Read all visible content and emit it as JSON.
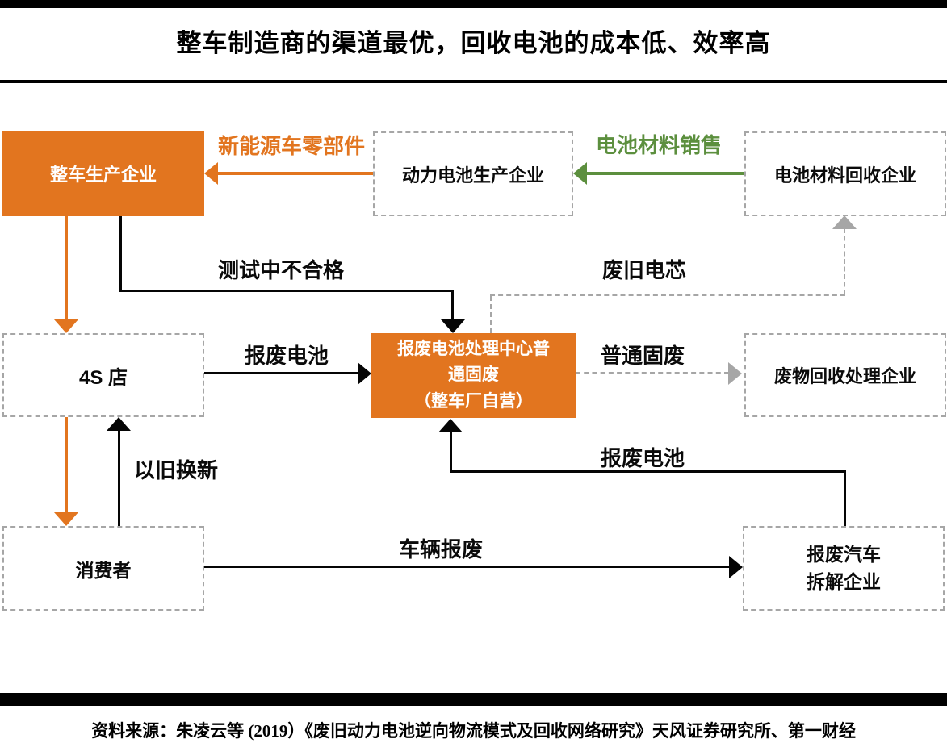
{
  "title": "整车制造商的渠道最优，回收电池的成本低、效率高",
  "source_note": "资料来源：朱凌云等 (2019）《废旧动力电池逆向物流模式及回收网络研究》天风证券研究所、第一财经",
  "colors": {
    "orange": "#E2751F",
    "green": "#5C8F3E",
    "gray": "#A6A6A6",
    "black": "#000000"
  },
  "nodes": {
    "vehicle_manufacturer": {
      "label": "整车生产企业",
      "style": "orange-solid"
    },
    "battery_manufacturer": {
      "label": "动力电池生产企业",
      "style": "gray-dashed"
    },
    "material_recycler": {
      "label": "电池材料回收企业",
      "style": "gray-dashed"
    },
    "dealer_4s": {
      "label": "4S 店",
      "style": "gray-dashed"
    },
    "treatment_center": {
      "line1": "报废电池处理中心普",
      "line2": "通固废",
      "line3": "（整车厂自营）",
      "style": "orange-solid"
    },
    "waste_processor": {
      "label": "废物回收处理企业",
      "style": "gray-dashed"
    },
    "consumer": {
      "label": "消费者",
      "style": "gray-dashed"
    },
    "dismantler": {
      "line1": "报废汽车",
      "line2": "拆解企业",
      "style": "gray-dashed"
    }
  },
  "edges": {
    "ev_parts": {
      "label": "新能源车零部件",
      "from": "battery_manufacturer",
      "to": "vehicle_manufacturer",
      "color": "orange",
      "style": "solid"
    },
    "material_sales": {
      "label": "电池材料销售",
      "from": "material_recycler",
      "to": "battery_manufacturer",
      "color": "green",
      "style": "solid"
    },
    "vm_to_4s": {
      "label": "",
      "from": "vehicle_manufacturer",
      "to": "dealer_4s",
      "color": "orange",
      "style": "solid"
    },
    "4s_to_consumer": {
      "label": "",
      "from": "dealer_4s",
      "to": "consumer",
      "color": "orange",
      "style": "solid"
    },
    "test_failed": {
      "label": "测试中不合格",
      "from": "vehicle_manufacturer",
      "to": "treatment_center",
      "color": "black",
      "style": "solid"
    },
    "scrap_battery_left": {
      "label": "报废电池",
      "from": "dealer_4s",
      "to": "treatment_center",
      "color": "black",
      "style": "solid"
    },
    "trade_in": {
      "label": "以旧换新",
      "from": "consumer",
      "to": "dealer_4s",
      "color": "black",
      "style": "solid"
    },
    "vehicle_scrap": {
      "label": "车辆报废",
      "from": "consumer",
      "to": "dismantler",
      "color": "black",
      "style": "solid"
    },
    "scrap_battery_right": {
      "label": "报废电池",
      "from": "dismantler",
      "to": "treatment_center",
      "color": "black",
      "style": "solid"
    },
    "general_waste": {
      "label": "普通固废",
      "from": "treatment_center",
      "to": "waste_processor",
      "color": "gray",
      "style": "dashed"
    },
    "waste_cells": {
      "label": "废旧电芯",
      "from": "treatment_center",
      "to": "material_recycler",
      "color": "gray",
      "style": "dashed"
    }
  }
}
